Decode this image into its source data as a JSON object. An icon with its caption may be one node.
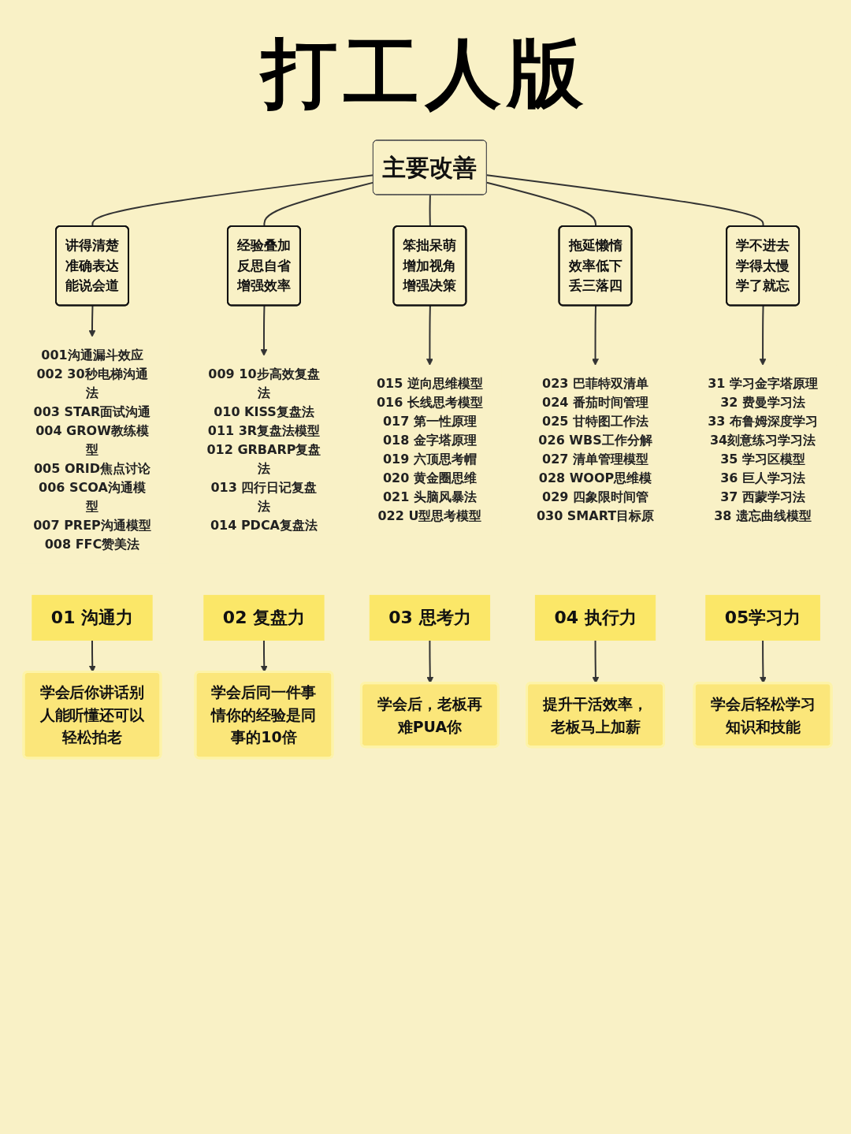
{
  "diagram": {
    "title": "打工人版",
    "nodes": [
      {
        "text": [
          "主要改善"
        ]
      },
      {
        "text": [
          "讲得清楚",
          "准确表达",
          "能说会道"
        ]
      },
      {
        "text": [
          "经验叠加",
          "反思自省",
          "增强效率"
        ]
      },
      {
        "text": [
          "笨拙呆萌",
          "增加视角",
          "增强决策"
        ]
      },
      {
        "text": [
          "拖延懒惰",
          "效率低下",
          "丢三落四"
        ]
      },
      {
        "text": [
          "学不进去",
          "学得太慢",
          "学了就忘"
        ]
      },
      {
        "text": [
          "001沟通漏斗效应",
          "002 30秒电梯沟通法",
          "003 STAR面试沟通",
          "004 GROW教练模型",
          "005 ORID焦点讨论",
          "006 SCOA沟通模型",
          "007 PREP沟通模型",
          "008 FFC赞美法"
        ]
      },
      {
        "text": [
          "009 10步高效复盘法",
          "010 KISS复盘法",
          "011 3R复盘法模型",
          "012 GRBARP复盘法",
          "013 四行日记复盘法",
          "014 PDCA复盘法"
        ]
      },
      {
        "text": [
          "015 逆向思维模型",
          "016 长线思考模型",
          "017 第一性原理",
          "018 金字塔原理",
          "019 六顶思考帽",
          "020 黄金圈思维",
          "021 头脑风暴法",
          "022 U型思考模型"
        ]
      },
      {
        "text": [
          "023 巴菲特双清单",
          "024 番茄时间管理",
          "025 甘特图工作法",
          "026 WBS工作分解",
          "027 清单管理模型",
          "028 WOOP思维模",
          "029 四象限时间管",
          "030 SMART目标原"
        ]
      },
      {
        "text": [
          "31 学习金字塔原理",
          "32 费曼学习法",
          "33 布鲁姆深度学习",
          "34刻意练习学习法",
          "35 学习区模型",
          "36 巨人学习法",
          "37 西蒙学习法",
          "38 遗忘曲线模型"
        ]
      },
      {
        "text": [
          "01 沟通力"
        ]
      },
      {
        "text": [
          "02 复盘力"
        ]
      },
      {
        "text": [
          "03 思考力"
        ]
      },
      {
        "text": [
          "04 执行力"
        ]
      },
      {
        "text": [
          "05学习力"
        ]
      },
      {
        "text": [
          "学会后你讲话别人能听懂还可以轻松拍老"
        ]
      },
      {
        "text": [
          "学会后同一件事情你的经验是同事的10倍"
        ]
      },
      {
        "text": [
          "学会后，老板再难PUA你"
        ]
      },
      {
        "text": [
          "提升干活效率，老板马上加薪"
        ]
      },
      {
        "text": [
          "学会后轻松学习知识和技能"
        ]
      }
    ],
    "edges": [
      {
        "from": 0,
        "to": 1,
        "arrow": "none"
      },
      {
        "from": 0,
        "to": 2,
        "arrow": "none"
      },
      {
        "from": 0,
        "to": 3,
        "arrow": "none"
      },
      {
        "from": 0,
        "to": 4,
        "arrow": "none"
      },
      {
        "from": 0,
        "to": 5,
        "arrow": "none"
      },
      {
        "from": 1,
        "to": 6,
        "arrow": "to"
      },
      {
        "from": 2,
        "to": 7,
        "arrow": "to"
      },
      {
        "from": 3,
        "to": 8,
        "arrow": "to"
      },
      {
        "from": 4,
        "to": 9,
        "arrow": "to"
      },
      {
        "from": 5,
        "to": 10,
        "arrow": "to"
      },
      {
        "from": 11,
        "to": 16,
        "arrow": "to"
      },
      {
        "from": 12,
        "to": 17,
        "arrow": "to"
      },
      {
        "from": 13,
        "to": 18,
        "arrow": "to"
      },
      {
        "from": 14,
        "to": 19,
        "arrow": "to"
      },
      {
        "from": 15,
        "to": 20,
        "arrow": "to"
      }
    ]
  }
}
